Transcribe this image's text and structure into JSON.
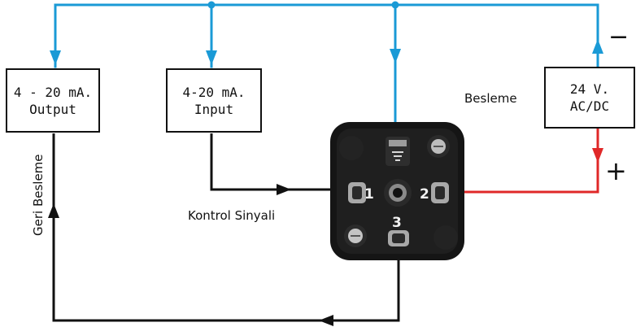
{
  "boxes": {
    "output": {
      "line1": "4 - 20 mA.",
      "line2": "Output"
    },
    "input": {
      "line1": "4-20 mA.",
      "line2": "Input"
    },
    "supply": {
      "line1": "24 V.",
      "line2": "AC/DC"
    }
  },
  "labels": {
    "besleme": "Besleme",
    "kontrol": "Kontrol Sinyali",
    "geri": "Geri Besleme",
    "minus": "−",
    "plus": "+"
  },
  "connector": {
    "pin1": "1",
    "pin2": "2",
    "pin3": "3"
  },
  "colors": {
    "bus": "#1a9ad6",
    "positive": "#e02828",
    "wire": "#111111"
  }
}
